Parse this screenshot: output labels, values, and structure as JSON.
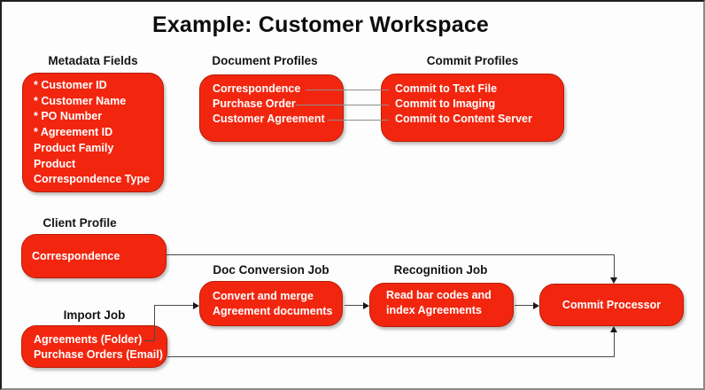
{
  "title": "Example: Customer Workspace",
  "colors": {
    "node_fill": "#f2260f",
    "node_border": "#b71c03",
    "node_text": "#ffffff",
    "heading_text": "#141414",
    "profile_link_line": "#8c8c8c",
    "flow_line": "#4a4a4a",
    "arrowhead": "#1a1a1a",
    "background": "#fdfdfd"
  },
  "groups": {
    "metadata_fields": {
      "heading": "Metadata Fields",
      "items": [
        "* Customer ID",
        "* Customer Name",
        "* PO Number",
        "* Agreement ID",
        "Product Family",
        "Product",
        "Correspondence Type"
      ]
    },
    "document_profiles": {
      "heading": "Document Profiles",
      "items": [
        "Correspondence",
        "Purchase Order",
        "Customer Agreement"
      ]
    },
    "commit_profiles": {
      "heading": "Commit Profiles",
      "items": [
        "Commit to Text File",
        "Commit to Imaging",
        "Commit to Content Server"
      ]
    },
    "client_profile": {
      "heading": "Client Profile",
      "items": [
        "Correspondence"
      ]
    },
    "doc_conversion_job": {
      "heading": "Doc Conversion Job",
      "items": [
        "Convert and merge",
        "Agreement documents"
      ]
    },
    "recognition_job": {
      "heading": "Recognition Job",
      "items": [
        "Read bar codes and",
        "index Agreements"
      ]
    },
    "import_job": {
      "heading": "Import Job",
      "items": [
        "Agreements (Folder)",
        "Purchase Orders (Email)"
      ]
    },
    "commit_processor": {
      "label": "Commit Processor"
    }
  },
  "connections": [
    {
      "from": "Correspondence (Document Profiles)",
      "to": "Commit to Text File"
    },
    {
      "from": "Purchase Order (Document Profiles)",
      "to": "Commit to Imaging"
    },
    {
      "from": "Customer Agreement (Document Profiles)",
      "to": "Commit to Content Server"
    },
    {
      "from": "Correspondence (Client Profile)",
      "to": "Commit Processor"
    },
    {
      "from": "Agreements (Folder) (Import Job)",
      "to": "Convert and merge Agreement documents"
    },
    {
      "from": "Convert and merge Agreement documents",
      "to": "Read bar codes and index Agreements"
    },
    {
      "from": "Read bar codes and index Agreements",
      "to": "Commit Processor"
    },
    {
      "from": "Purchase Orders (Email) (Import Job)",
      "to": "Commit Processor"
    }
  ]
}
